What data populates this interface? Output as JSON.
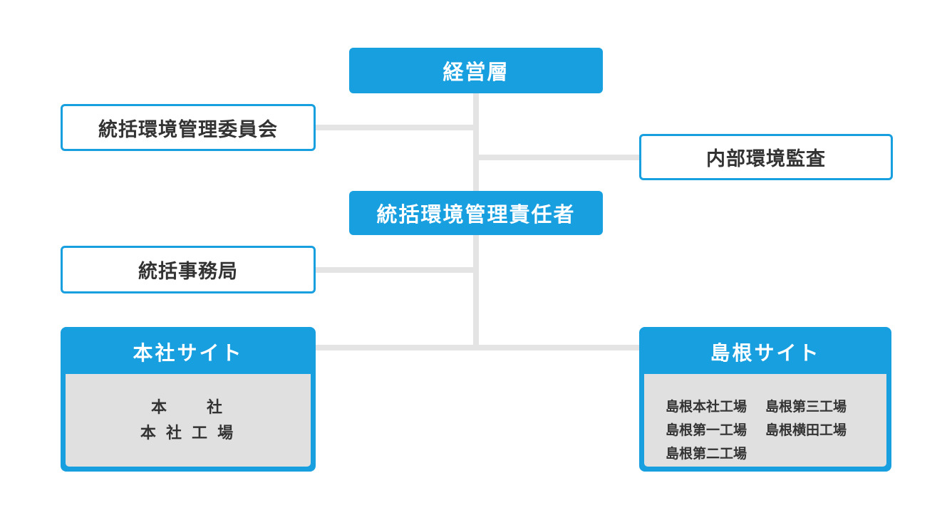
{
  "diagram": {
    "type": "org-chart",
    "colors": {
      "accent": "#189fe0",
      "connector": "#e4e4e4",
      "panel_gray": "#e0e0e0",
      "text_dark": "#333333",
      "text_light": "#ffffff"
    },
    "management": {
      "label": "経営層"
    },
    "committee": {
      "label": "統括環境管理委員会"
    },
    "audit": {
      "label": "内部環境監査"
    },
    "manager": {
      "label": "統括環境管理責任者"
    },
    "secretariat": {
      "label": "統括事務局"
    },
    "honsha": {
      "title": "本社サイト",
      "line1": "本　　社",
      "line2": "本 社 工 場"
    },
    "shimane": {
      "title": "島根サイト",
      "col1": [
        "島根本社工場",
        "島根第一工場",
        "島根第二工場"
      ],
      "col2": [
        "島根第三工場",
        "島根横田工場"
      ]
    }
  }
}
